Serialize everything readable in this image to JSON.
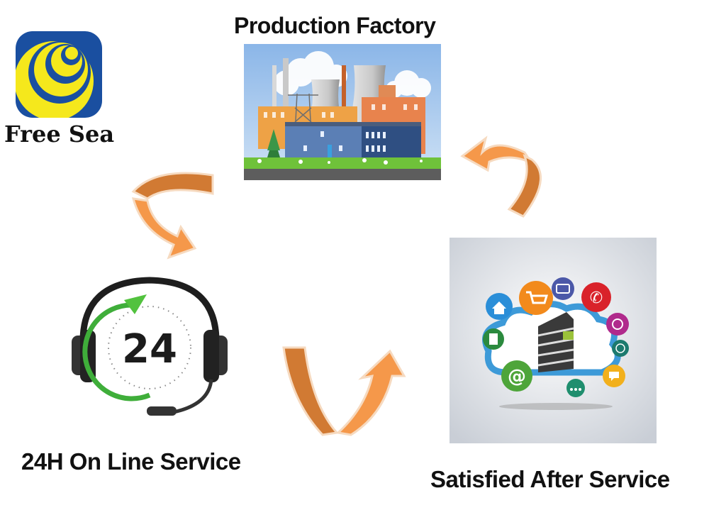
{
  "brand": {
    "name": "Free Sea",
    "logo_colors": {
      "ring": "#1a4fa0",
      "fill": "#f5e81c"
    }
  },
  "nodes": [
    {
      "id": "factory",
      "label": "Production Factory",
      "image": "factory-illustration"
    },
    {
      "id": "online",
      "label": "24H On Line Service",
      "image": "headset-24-icon",
      "badge": "24"
    },
    {
      "id": "after",
      "label": "Satisfied After Service",
      "image": "cloud-services-illustration"
    }
  ],
  "edges": [
    {
      "from": "factory",
      "to": "online",
      "style": "curved-orange-arrow"
    },
    {
      "from": "online",
      "to": "after",
      "style": "curved-orange-arrow"
    },
    {
      "from": "after",
      "to": "factory",
      "style": "curved-orange-arrow"
    }
  ],
  "colors": {
    "arrow_light": "#f5984a",
    "arrow_dark": "#d17a33",
    "green_accent": "#3fae3a",
    "cloud_blue": "#3d9ad8"
  },
  "cloud_icons": [
    "home",
    "cart",
    "camera",
    "phone",
    "chat-people",
    "document",
    "globe",
    "at-sign",
    "speech-bubble",
    "network"
  ]
}
